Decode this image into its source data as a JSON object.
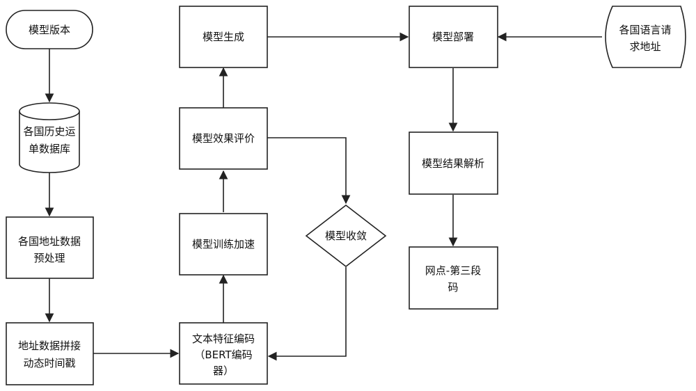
{
  "nodes": {
    "model_version": "模型版本",
    "history_db": [
      "各国历史运",
      "单数据库"
    ],
    "preprocess": [
      "各国地址数据",
      "预处理"
    ],
    "concat": [
      "地址数据拼接",
      "动态时间戳"
    ],
    "text_encode": [
      "文本特征编码",
      "（BERT编码",
      "器）"
    ],
    "train_accel": "模型训练加速",
    "eval": "模型效果评价",
    "converge": "模型收敛",
    "generate": "模型生成",
    "deploy": "模型部署",
    "lang_request": [
      "各国语言请",
      "求地址"
    ],
    "parse": "模型结果解析",
    "output": [
      "网点-第三段",
      "码"
    ]
  }
}
